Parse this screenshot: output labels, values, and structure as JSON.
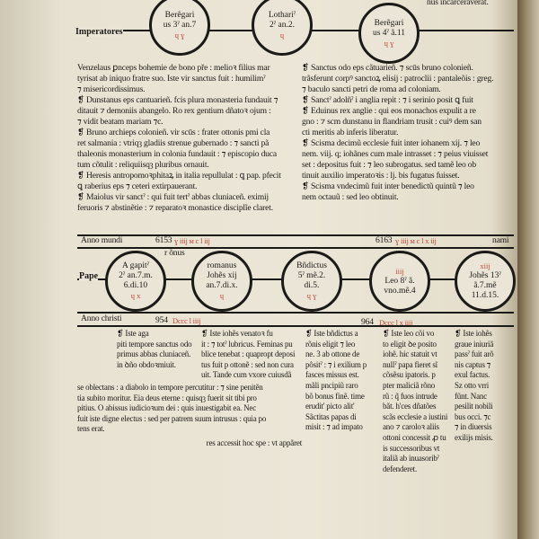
{
  "top_note": "nus incarceraverat.",
  "imperatores": {
    "label": "Imperatores",
    "circles": [
      {
        "l1": "Berẽgari",
        "l2": "us 3ˀ an.7",
        "red": "ɥ  ɣ"
      },
      {
        "l1": "Lothariˀ",
        "l2": "2ˀ an.2.",
        "red": "ɥ"
      },
      {
        "l1": "Berẽgari",
        "l2": "us 4ˀ ã.11",
        "red": "ɥ  ɣ"
      }
    ]
  },
  "left_text": [
    "Venzelaus ꝑnceps bohemie de bono pře : melioꝛ filius mar",
    "tyrisat ab iniquo fratre suo. Iste vir sanctus fuit : humilimˀ",
    "⁊ misericordissimus.",
    "❡ Dunstanus eps cantuarieñ. fcis plura monasteria fundauit ⁊",
    "ditauit ⁊ demoniis abangelo. Ro rex gentium dñatoꝛ ojum :",
    "⁊ vidit beatam mariam ⁊c.",
    "❡ Bruno archieps colonieñ. vir scūs : frater ottonis pmi cla",
    "ret salmania : vtriqȝ gladiis strenue gubernado : ⁊ sancti pã",
    "thaleonis monasterium in colonia fundauit : ⁊ episcopio duca",
    "tum cõtulit : reliquiisqȝ pluribus ornauit.",
    "❡ Heresis antropomoꝛphitaꝝ in italia repullulat : ꝗ pap. pfecit",
    "ꝗ raberius eps ⁊ ceteri extirpauerant.",
    "❡ Maiolus vir sanctˀ : qui fuit tertˀ abbas cluniaceñ. eximij",
    "feruoris ⁊ abstinẽtie : ⁊ reparatoꝛ monastice disciplĩe claret."
  ],
  "right_text": [
    "❡ Sanctus odo eps cãtuarieñ. ⁊ scūs bruno colonieñ.",
    "trãsferunt corpꝰ sanctoꝝ elisij : patroclii : pantaleõis : greg.",
    "⁊ baculo sancti petri de roma ad coloniam.",
    "❡ Sanctˀ adolñˀ i anglia repit : ⁊ i serinio posit ꝗ fuit",
    "❡ Eduinus rex anglie : qui eos monachos expulit a re",
    "gno : ⁊ scm dunstanu in flandriam trusit : cuiꝰ dem san",
    "cti meritis ab inferis liberatur.",
    "❡ Scisma decimũ ecclesie fuit inter iohanem xij. ⁊ leo",
    "nem. viij. q; iohãnes cum male intrasset : ⁊ peius viuisset",
    "set : depositus fuit : ⁊ leo subrogatus. sed tamẽ leo ob",
    "tinuit auxilio imperatoꝛis : lj. bis fugatus fuisset.",
    "❡ Scisma vndecimũ fuit inter benedictũ quintũ ⁊ leo",
    "nem octauũ : sed leo obtinuit."
  ],
  "anno_mundi": {
    "label": "Anno mundi",
    "v1": "6153",
    "r1": "ɣ iiij ᴍ c l iij",
    "v2": "6163",
    "r2": "ɣ iiij ᴍ c l x iij",
    "right": "nami"
  },
  "rdnus": "r õnus",
  "pape": {
    "label": "Pape",
    "circles": [
      {
        "lines": [
          "A gapitˀ",
          "2ˀ an.7.m.",
          "6.di.10"
        ],
        "red": "ɥ  x"
      },
      {
        "lines": [
          "romanus",
          "Johẽs xij",
          "an.7.di.x."
        ],
        "red": "ɥ"
      },
      {
        "lines": [
          "Bñdictus",
          "5ˀ mẽ.2.",
          "di.5."
        ],
        "red": "ɥ  ɣ"
      },
      {
        "lines": [
          "Leo 8ˀ ã.",
          "vno.mẽ.4"
        ],
        "red": "iiij"
      },
      {
        "lines": [
          "Johẽs 13ˀ",
          "ã.7.mẽ",
          "11.d.15."
        ],
        "red": "xiij"
      }
    ]
  },
  "anno_christi": {
    "label": "Anno christi",
    "v1": "954",
    "r1": "Dccc l iiij",
    "v2": "964",
    "r2": "Dccc l x iiij"
  },
  "col1": [
    "❡ Iste aga",
    "piti tempore sanctus odo",
    "primus abbas cluniaceñ.",
    "in ꝺño obdoꝛmiuit."
  ],
  "col2": [
    "❡ Iste iohẽs venatoꝛ fu",
    "it : ⁊ totˀ lubricus. Feminas pu",
    "blice tenebat : quapropt deposi",
    "tus fuit p ottonẽ : sed non cura",
    "uit. Tande cum vxore cuiusdã"
  ],
  "col_long": [
    "se oblectans : a diabolo in tempore percutitur : ⁊ sine penitẽn",
    "tia subito moritur. Eia deus eterne : quisqȝ fuerit sit tibi pro",
    "pitius. O abissus iudicioꝛum dei : quis inuestigabit ea. Nec",
    "fuit iste digne electus : sed per patrem suum intrusus : quia po",
    "tens erat."
  ],
  "col3": [
    "❡ Iste bñdictus a",
    "rõnis eligit ⁊ leo",
    "ne. 3 ab ottone de",
    "pôsitˀ : ⁊ i exilium p",
    "fasces missus est.",
    "mãli pncipiũ raro",
    "bõ bonus finẽ. time",
    "erudit' picto alit'",
    "Sãctitas papas di",
    "misit : ⁊ ad impato",
    "res accessit hoc spe : vt appãret"
  ],
  "col4": [
    "❡ Iste leo cõi vo",
    "to eligit ꝺe posito",
    "iohẽ. hic statuit vt",
    "nullˀ papa fieret sĩ",
    "cõsẽsu ipatoris. p",
    "pter maliciã rõno",
    "rũ : q̃ fuos intrude",
    "bãt. h'ces dñatões",
    "scãs ecclesie a iustini",
    "ano ⁊ caroloꝛ aliis",
    "ottoni concessit ꝓ tu",
    "is successoribus vt",
    "italiã ab inuasoribˀ defenderet."
  ],
  "col5": [
    "❡ Iste iohẽs",
    "graue iniuriã",
    "passˀ fuit arõ",
    "nis captus ⁊",
    "exul factus.",
    "Sz otto vrri",
    "fũnt. Nanc",
    "pesilit nobili",
    "bus occi. ⁊c",
    "⁊ in diuersis",
    "exilijs misis."
  ]
}
